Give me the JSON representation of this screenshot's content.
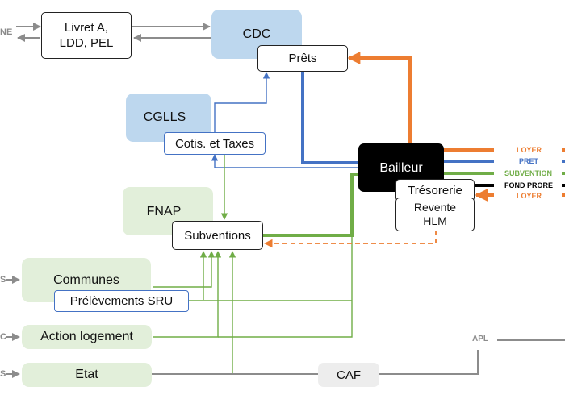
{
  "nodes": {
    "livret": "Livret A,\nLDD, PEL",
    "cdc": "CDC",
    "prets": "Prêts",
    "cglls": "CGLLS",
    "cotis": "Cotis. et Taxes",
    "fnap": "FNAP",
    "subventions": "Subventions",
    "bailleur": "Bailleur",
    "tresorerie": "Trésorerie",
    "revente": "Revente\nHLM",
    "communes": "Communes",
    "prelevements": "Prélèvements SRU",
    "action_logement": "Action logement",
    "etat": "Etat",
    "caf": "CAF"
  },
  "flow_labels": {
    "loyer_top": "LOYER",
    "pret": "PRET",
    "subvention": "SUBVENTION",
    "fond_propre": "FOND PRORE",
    "loyer_bottom": "LOYER",
    "apl": "APL"
  },
  "edge_stubs": {
    "top_left": "NE",
    "communes_left": "S",
    "action_left": "C",
    "etat_left": "S"
  },
  "colors": {
    "loyer": "#ed7d31",
    "pret": "#4472c4",
    "subvention": "#70ad47",
    "fond_propre": "#000000",
    "neutral": "#8c8c8c"
  }
}
